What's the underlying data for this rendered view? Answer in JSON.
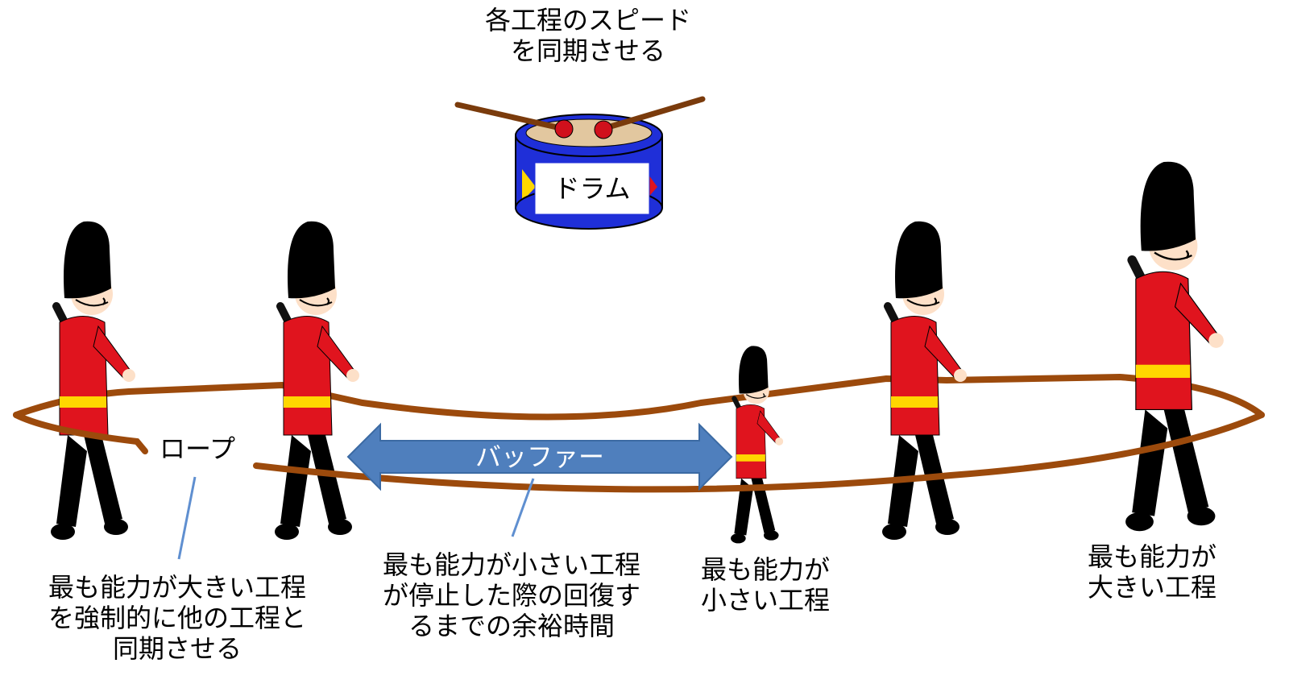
{
  "drum": {
    "caption_lines": [
      "各工程のスピード",
      "を同期させる"
    ],
    "label": "ドラム"
  },
  "rope": {
    "label": "ロープ"
  },
  "buffer": {
    "label": "バッファー"
  },
  "annotations": {
    "largest_left_lines": [
      "最も能力が大きい工程",
      "を強制的に他の工程と",
      "同期させる"
    ],
    "buffer_desc_lines": [
      "最も能力が小さい工程",
      "が停止した際の回復す",
      "るまでの余裕時間"
    ],
    "smallest_lines": [
      "最も能力が",
      "小さい工程"
    ],
    "largest_right_lines": [
      "最も能力が",
      "大きい工程"
    ]
  },
  "colors": {
    "rope": "#9c4a0c",
    "arrow": "#4f7fbd",
    "pointer": "#5f8fd0",
    "drum_blue": "#1f2fd8",
    "soldier_red": "#e0141e",
    "belt": "#ffd700"
  },
  "icons": [
    "drum-icon",
    "soldier-icon",
    "double-arrow-icon"
  ]
}
